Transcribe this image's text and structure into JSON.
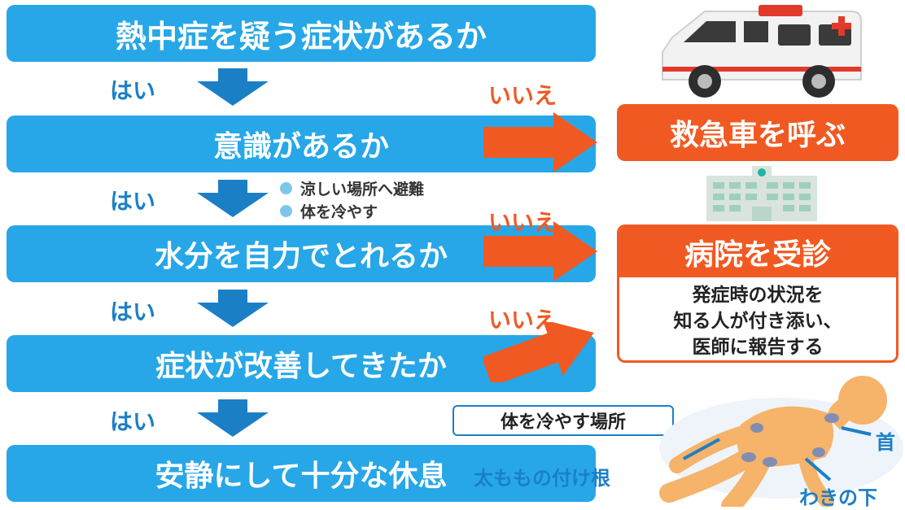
{
  "steps": [
    "熱中症を疑う症状があるか",
    "意識があるか",
    "水分を自力でとれるか",
    "症状が改善してきたか",
    "安静にして十分な休息"
  ],
  "yes_label": "はい",
  "no_label": "いいえ",
  "cool_actions": [
    "涼しい場所へ避難",
    "体を冷やす"
  ],
  "call_ambulance": "救急車を呼ぶ",
  "hospital": {
    "title": "病院を受診",
    "note_lines": [
      "発症時の状況を",
      "知る人が付き添い、",
      "医師に報告する"
    ]
  },
  "cooling_spots": {
    "title": "体を冷やす場所",
    "labels": [
      "首",
      "太ももの付け根",
      "わきの下"
    ]
  },
  "colors": {
    "step_blue": "#27a7e7",
    "arrow_blue": "#1b7fc6",
    "orange": "#f05a22",
    "skin": "#f6b36a"
  },
  "icons": [
    "down-arrow-icon",
    "right-arrow-icon",
    "ambulance-icon",
    "hospital-building-icon",
    "body-figure-icon"
  ]
}
